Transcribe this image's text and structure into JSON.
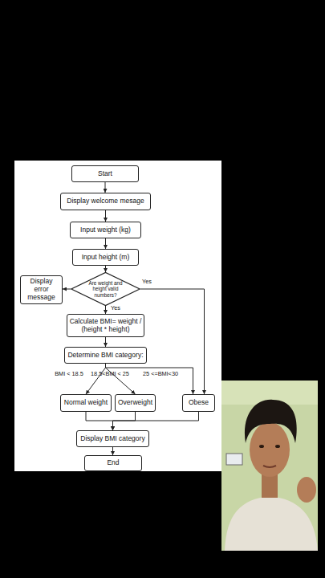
{
  "diagram": {
    "nodes": [
      {
        "text": [
          "Start"
        ]
      },
      {
        "text": [
          "Display welcome mesage"
        ]
      },
      {
        "text": [
          "Input weight (kg)"
        ]
      },
      {
        "text": [
          "Input height (m)"
        ]
      },
      {
        "text": [
          "Are weight and height valid numbers?"
        ]
      },
      {
        "text": [
          "Display error message"
        ]
      },
      {
        "text": [
          "Calculate BMI= weight / (height * height)"
        ]
      },
      {
        "text": [
          "Determine BMI category:"
        ]
      },
      {
        "text": [
          "Normal weight"
        ]
      },
      {
        "text": [
          "Overweight"
        ]
      },
      {
        "text": [
          "Obese"
        ]
      },
      {
        "text": [
          "Display BMI category"
        ]
      },
      {
        "text": [
          "End"
        ]
      }
    ],
    "edges": [
      {
        "from": 0,
        "to": 1,
        "arrow": "to"
      },
      {
        "from": 1,
        "to": 2,
        "arrow": "to"
      },
      {
        "from": 2,
        "to": 3,
        "arrow": "to"
      },
      {
        "from": 3,
        "to": 4,
        "arrow": "to"
      },
      {
        "from": 4,
        "to": 5,
        "arrow": "to"
      },
      {
        "from": 4,
        "to": 10,
        "label": "Yes",
        "arrow": "to"
      },
      {
        "from": 4,
        "to": 6,
        "label": "Yes",
        "arrow": "to"
      },
      {
        "from": 6,
        "to": 7,
        "arrow": "to"
      },
      {
        "from": 7,
        "to": 8,
        "label": "BMI < 18.5",
        "arrow": "to"
      },
      {
        "from": 7,
        "to": 9,
        "label": "18.5<BMI < 25",
        "arrow": "to"
      },
      {
        "from": 7,
        "to": 10,
        "label": "25 <=BMI<30",
        "arrow": "to"
      },
      {
        "from": 8,
        "to": 11,
        "arrow": "to"
      },
      {
        "from": 9,
        "to": 11,
        "arrow": "to"
      },
      {
        "from": 10,
        "to": 11,
        "arrow": "to"
      },
      {
        "from": 11,
        "to": 12,
        "arrow": "to"
      }
    ]
  }
}
